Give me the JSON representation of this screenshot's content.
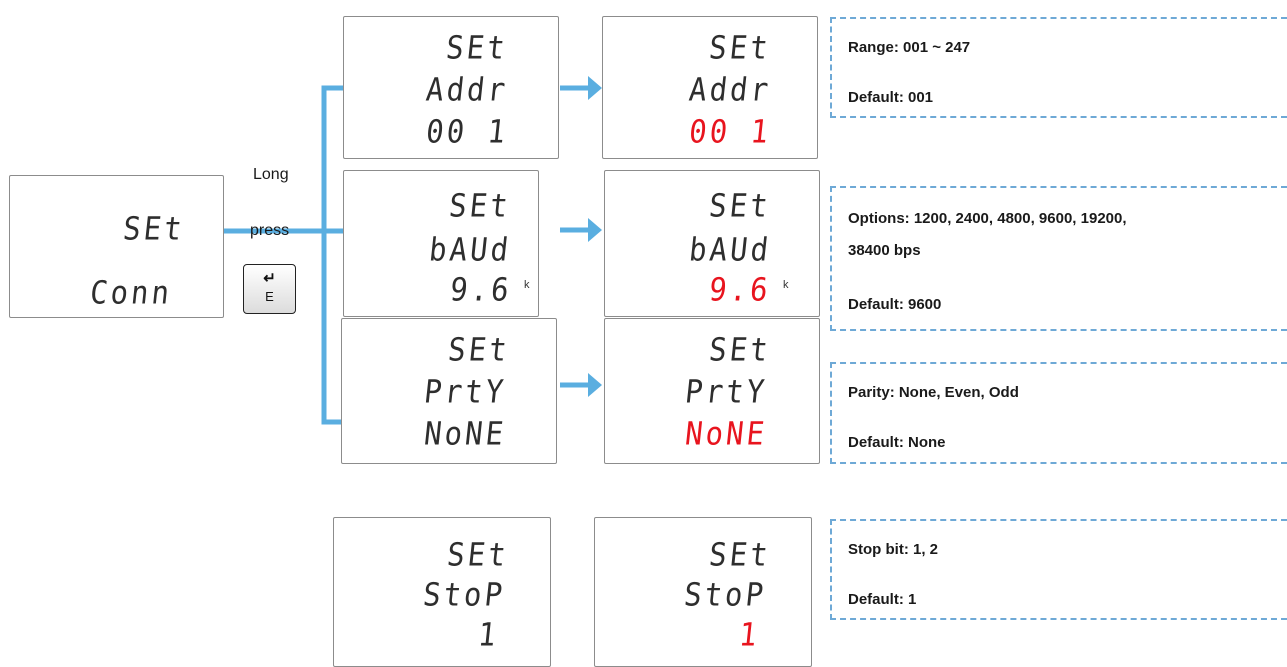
{
  "start_screen": {
    "line1": "SEt",
    "line2": "Conn"
  },
  "action": {
    "line1": "Long",
    "line2": "press",
    "key_symbol": "↵",
    "key_label": "E"
  },
  "screens": [
    {
      "line1": "SEt",
      "line2": "Addr",
      "value": "00 1",
      "unit": ""
    },
    {
      "line1": "SEt",
      "line2": "bAUd",
      "value": "9.6",
      "unit": "k"
    },
    {
      "line1": "SEt",
      "line2": "PrtY",
      "value": "NoNE",
      "unit": ""
    },
    {
      "line1": "SEt",
      "line2": "StoP",
      "value": "1",
      "unit": ""
    }
  ],
  "info": [
    {
      "line1": "Range: 001 ~ 247",
      "line2": "Default: 001"
    },
    {
      "line1": "Options: 1200, 2400, 4800, 9600, 19200,",
      "line2": "38400 bps",
      "line3": "Default: 9600"
    },
    {
      "line1": "Parity: None, Even, Odd",
      "line2": "Default: None"
    },
    {
      "line1": "Stop bit: 1, 2",
      "line2": "Default: 1"
    }
  ],
  "colors": {
    "connector": "#5aaee0",
    "highlight": "#e8141e",
    "dashed_border": "#6ea9d6"
  }
}
